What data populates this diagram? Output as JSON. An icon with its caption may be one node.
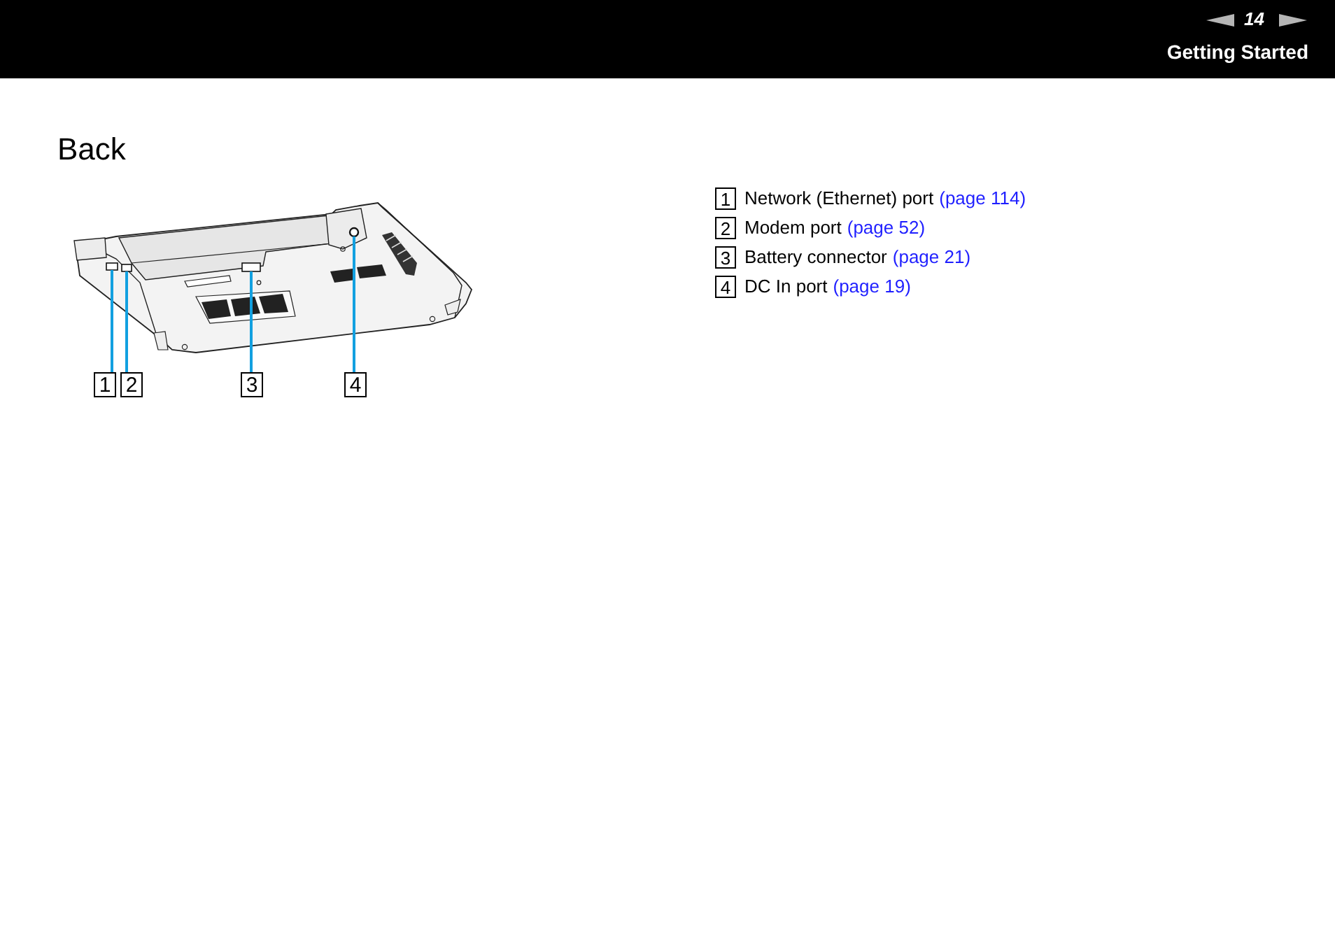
{
  "diagram": {
    "title": "Back",
    "nodes": [
      {
        "text": [
          "1"
        ]
      },
      {
        "text": [
          "2"
        ]
      },
      {
        "text": [
          "3"
        ]
      },
      {
        "text": [
          "4"
        ]
      },
      {
        "text": [],
        "shape": "box"
      },
      {
        "text": [],
        "shape": "box"
      },
      {
        "text": [],
        "shape": "box"
      },
      {
        "text": [],
        "shape": "circle"
      }
    ],
    "edges": [
      {
        "from": 0,
        "to": 4,
        "arrow": "none"
      },
      {
        "from": 1,
        "to": 5,
        "arrow": "none"
      },
      {
        "from": 2,
        "to": 6,
        "arrow": "none"
      },
      {
        "from": 3,
        "to": 7,
        "arrow": "none"
      }
    ],
    "labels": [
      "14",
      "Getting Started",
      "1",
      "Network (Ethernet) port",
      "(page 114)",
      "2",
      "Modem port",
      "(page 52)",
      "3",
      "Battery connector",
      "(page 21)",
      "4",
      "DC In port",
      "(page 19)"
    ]
  }
}
